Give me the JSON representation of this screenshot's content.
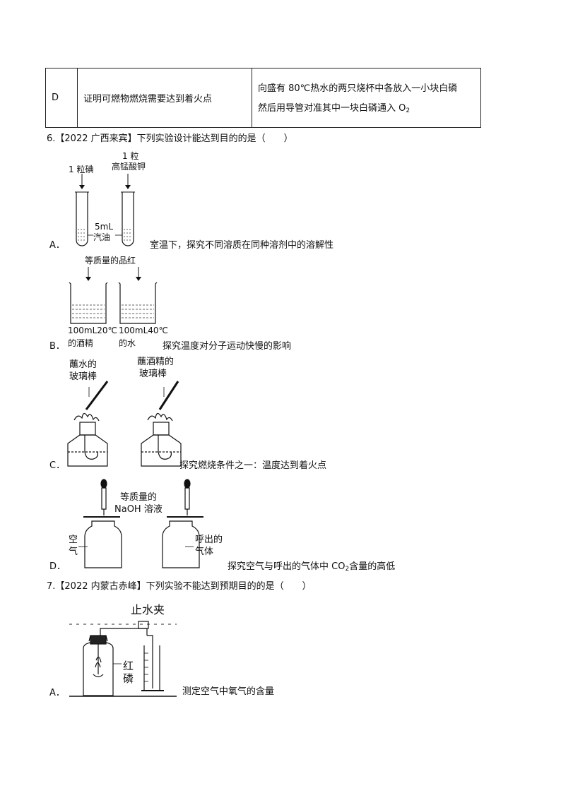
{
  "table_row": {
    "option": "D",
    "purpose": "证明可燃物燃烧需要达到着火点",
    "method_line1": "向盛有 80℃热水的两只烧杯中各放入一小块白磷",
    "method_line2": "然后用导管对准其中一块白磷通入 O",
    "method_sub": "2"
  },
  "q6": {
    "title": "6.【2022 广西来宾】下列实验设计能达到目的的是（　　）",
    "A": {
      "letter": "A．",
      "label_iodine": "1 粒碘",
      "label_kmno4_1": "1 粒",
      "label_kmno4_2": "高锰酸钾",
      "label_gasoline_1": "5mL",
      "label_gasoline_2": "汽油",
      "caption": "室温下，探究不同溶质在同种溶剂中的溶解性"
    },
    "B": {
      "letter": "B．",
      "label_top": "等质量的品红",
      "left_1": "100mL20℃",
      "left_2": "的酒精",
      "right_1": "100mL40℃",
      "right_2": "的水",
      "caption": "探究温度对分子运动快慢的影响"
    },
    "C": {
      "letter": "C．",
      "left_1": "蘸水的",
      "left_2": "玻璃棒",
      "right_1": "蘸酒精的",
      "right_2": "玻璃棒",
      "caption": "探究燃烧条件之一：温度达到着火点"
    },
    "D": {
      "letter": "D．",
      "label_1": "等质量的",
      "label_2": "NaOH 溶液",
      "left_1": "空",
      "left_2": "气",
      "right_1": "呼出的",
      "right_2": "气体",
      "caption_pre": "探究空气与呼出的气体中 CO",
      "caption_sub": "2",
      "caption_post": "含量的高低"
    }
  },
  "q7": {
    "title": "7.【2022 内蒙古赤峰】下列实验不能达到预期目的的是（　　）",
    "A": {
      "letter": "A．",
      "clamp": "止水夹",
      "phos_1": "红",
      "phos_2": "磷",
      "caption": "测定空气中氧气的含量"
    }
  }
}
